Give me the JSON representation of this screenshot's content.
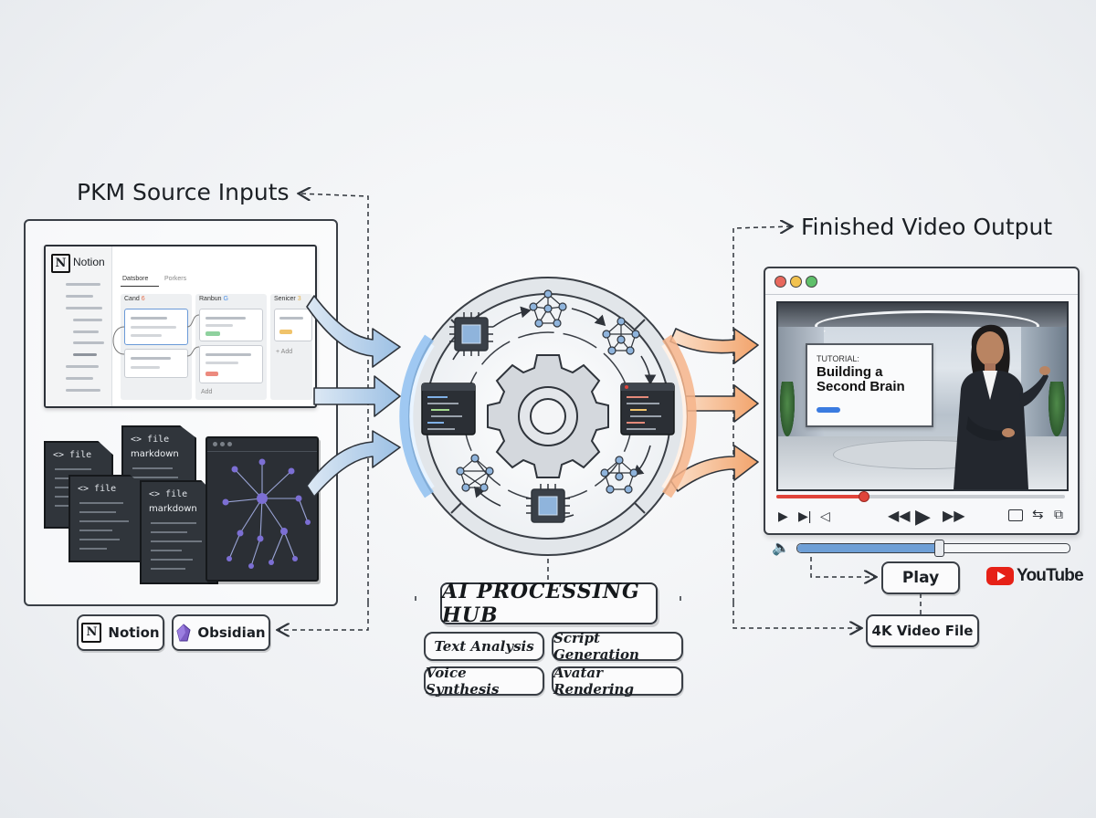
{
  "sections": {
    "inputs_title": "PKM Source Inputs",
    "output_title": "Finished Video Output",
    "hub_title": "AI PROCESSING HUB"
  },
  "notion_mock": {
    "app_name": "Notion",
    "tabs": [
      "Datsbore",
      "Porkers"
    ],
    "columns": [
      {
        "name": "Cand",
        "count": "6",
        "count_color": "#e46f4d"
      },
      {
        "name": "Ranbun",
        "count": "G",
        "count_color": "#4d8fe4"
      },
      {
        "name": "Senicer",
        "count": "3",
        "count_color": "#e4b24d"
      }
    ],
    "add_label": "Add",
    "add_label_2": "+ Add"
  },
  "files": [
    {
      "title": "<> file"
    },
    {
      "title": "<> file",
      "subtitle": "markdown"
    },
    {
      "title": "<> file"
    },
    {
      "title": "<> file",
      "subtitle": "markdown"
    }
  ],
  "source_tags": [
    {
      "label": "Notion",
      "icon": "notion-logo-icon"
    },
    {
      "label": "Obsidian",
      "icon": "obsidian-logo-icon"
    }
  ],
  "capabilities": [
    "Text Analysis",
    "Script Generation",
    "Voice Synthesis",
    "Avatar Rendering"
  ],
  "video": {
    "slide_kicker": "TUTORIAL:",
    "slide_title_line1": "Building a",
    "slide_title_line2": "Second Brain",
    "playback_progress": 0.3,
    "volume_level": 0.52,
    "play_label": "Play",
    "platform": "YouTube",
    "file_label": "4K Video File"
  },
  "colors": {
    "input_arrow": "#8fb6dd",
    "output_arrow": "#f2a36b",
    "progress": "#e0443a",
    "youtube_red": "#e62117",
    "obsidian_purple": "#7c5cc4"
  }
}
